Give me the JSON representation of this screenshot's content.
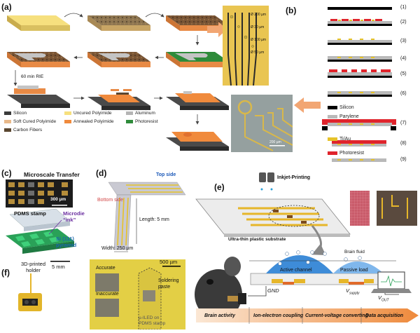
{
  "panel_a": {
    "label": "(a)",
    "rie_label": "60 min RIE",
    "legend": [
      {
        "text": "Silicon",
        "color": "#3b3b3b"
      },
      {
        "text": "Uncured Polyimide",
        "color": "#f6e07e"
      },
      {
        "text": "Aluminum",
        "color": "#b5b5b5"
      },
      {
        "text": "Soft Cured Polyimide",
        "color": "#e9b98a"
      },
      {
        "text": "Annealed Polyimide",
        "color": "#f08a3c"
      },
      {
        "text": "Photoresist",
        "color": "#2e8b3a"
      },
      {
        "text": "Carbon Fibers",
        "color": "#5a4630"
      }
    ],
    "probe_labels": [
      "Ø 200 µm",
      "Ø 30 µm",
      "Ø 100 µm",
      "Ø 50 µm"
    ]
  },
  "panel_b": {
    "label": "(b)",
    "steps": [
      "(1)",
      "(2)",
      "(3)",
      "(4)",
      "(5)",
      "(6)",
      "(7)",
      "(8)",
      "(9)"
    ],
    "legend": [
      {
        "text": "Silicon",
        "color": "#000000"
      },
      {
        "text": "Parylene",
        "color": "#b9b9b9"
      },
      {
        "text": "Ti/Au",
        "color": "#e6c229"
      },
      {
        "text": "Photoresist",
        "color": "#e0242c"
      }
    ],
    "scale_bar": "200 µm"
  },
  "panel_c": {
    "label": "(c)",
    "title": "Microscale Transfer",
    "scale_bar": "300 µm",
    "stamp_label": "PDMS stamp",
    "ink_label": "Microdie\n“ink”",
    "pyramid_label": "Si (111)\npyramid"
  },
  "panel_d": {
    "label": "(d)",
    "top_side": "Top side",
    "bottom_side": "Bottom side",
    "length": "Length: 5 mm",
    "width": "Width: 250 µm"
  },
  "panel_e": {
    "label": "(e)",
    "inkjet": "Inkjet-Printing",
    "substrate": "Ultra-thin plastic substrate",
    "brain_fluid": "Brain fluid",
    "active_channel": "Active channel",
    "passive_load": "Passive load",
    "gnd": "GND",
    "vsupply": "V",
    "vsupply_sub": "supply",
    "vout": "V",
    "vout_sub": "OUT",
    "flow": [
      "Brain activity",
      "Ion-electron coupling",
      "Current-voltage converting",
      "Data acquisition"
    ]
  },
  "panel_f": {
    "label": "(f)",
    "holder": "3D-printed\nholder",
    "scale_5mm": "5 mm",
    "scale_500um": "500 µm",
    "accurate": "Accurate",
    "inaccurate": "Inaccurate",
    "solder": "Soldering\npaste",
    "iled": "µ-ILED on\nPDMS stamp"
  }
}
